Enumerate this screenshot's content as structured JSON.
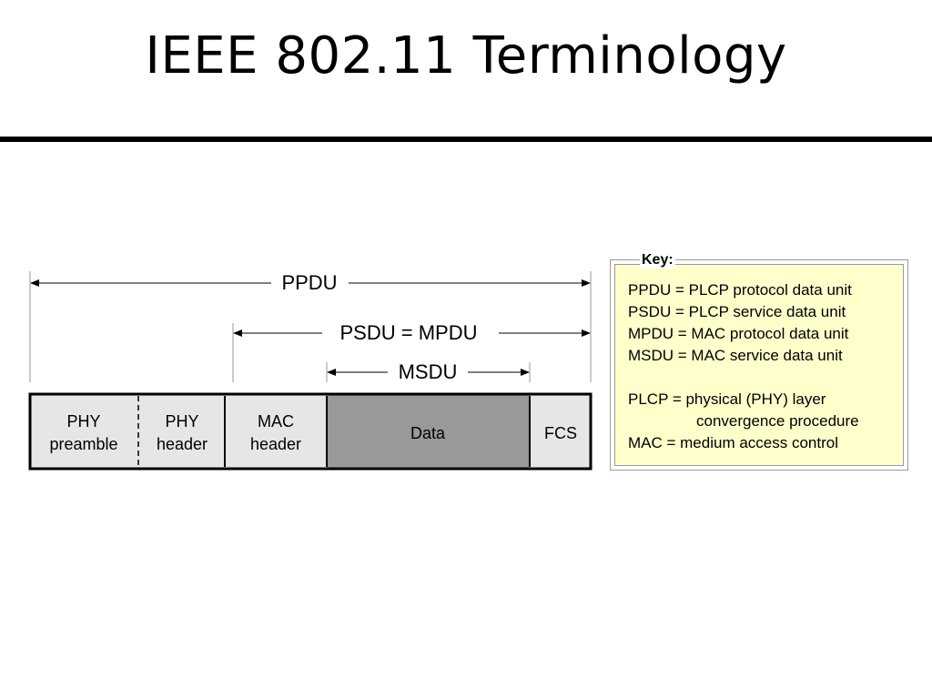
{
  "title": "IEEE 802.11 Terminology",
  "dimensions": {
    "ppdu": "PPDU",
    "psdu": "PSDU = MPDU",
    "msdu": "MSDU"
  },
  "frame": {
    "segments": [
      {
        "line1": "PHY",
        "line2": "preamble",
        "fill": "#e6e6e6"
      },
      {
        "line1": "PHY",
        "line2": "header",
        "fill": "#e6e6e6"
      },
      {
        "line1": "MAC",
        "line2": "header",
        "fill": "#e6e6e6"
      },
      {
        "line1": "Data",
        "line2": "",
        "fill": "#999999"
      },
      {
        "line1": "FCS",
        "line2": "",
        "fill": "#e6e6e6"
      }
    ]
  },
  "key": {
    "title": "Key:",
    "lines": [
      "PPDU = PLCP protocol data unit",
      "PSDU = PLCP service data unit",
      "MPDU = MAC protocol data unit",
      "MSDU = MAC service data unit",
      "PLCP = physical (PHY) layer",
      "convergence procedure",
      "MAC = medium access control"
    ]
  }
}
